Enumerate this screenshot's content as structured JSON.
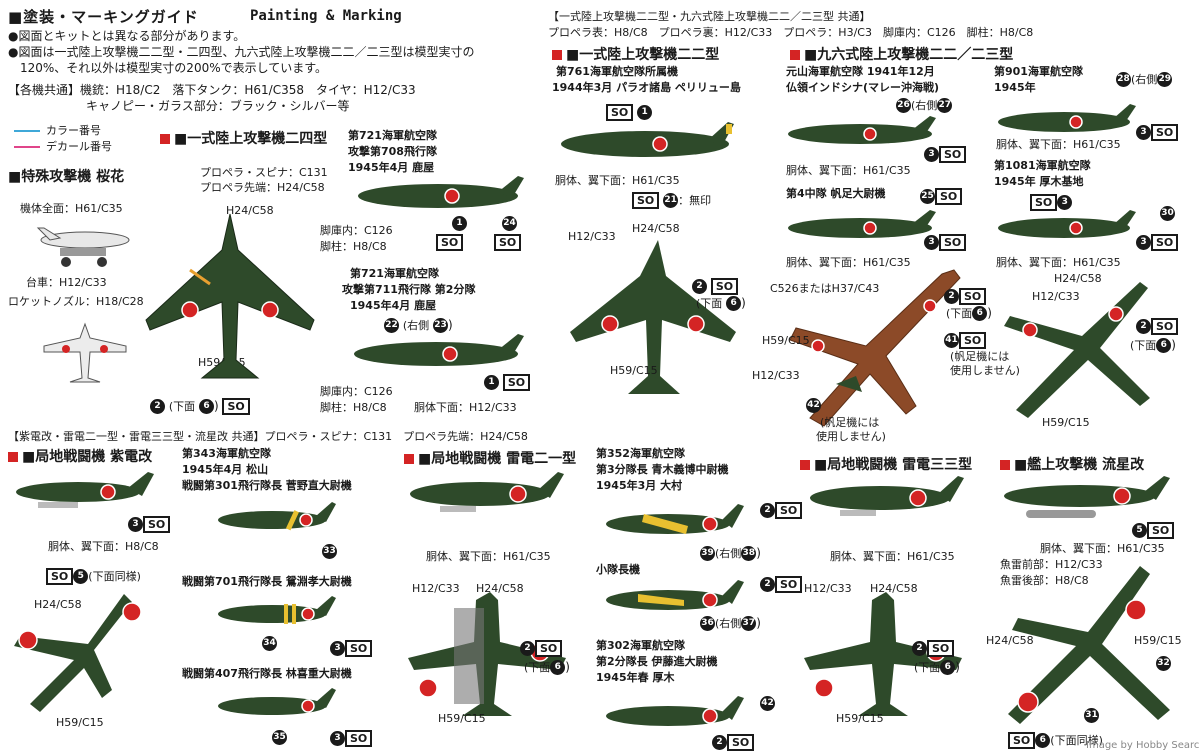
{
  "header": {
    "title_jp": "■塗装・マーキングガイド",
    "title_en": "Painting & Marking",
    "note1": "●図面とキットとは異なる部分があります。",
    "note2": "●図面は一式陸上攻撃機二二型・二四型、九六式陸上攻撃機二二／二三型は模型実寸の",
    "note3": "120%、それ以外は模型実寸の200%で表示しています。",
    "common_title": "【各機共通】",
    "common_1": "機銃：H18/C2　落下タンク：H61/C358　タイヤ：H12/C33",
    "common_2": "キャノピー・ガラス部分：ブラック・シルバー等",
    "legend_color": "カラー番号",
    "legend_decal": "デカール番号",
    "colors": {
      "cyan": "#3fa8d8",
      "pink": "#e0458a",
      "red": "#d42424"
    }
  },
  "ohka": {
    "title": "■特殊攻撃機 桜花",
    "body": "機体全面：H61/C35",
    "base": "台車：H12/C33",
    "nozzle": "ロケットノズル：H18/C28"
  },
  "g4m24": {
    "title": "■一式陸上攻撃機二四型",
    "prop": "プロペラ・スピナ：C131",
    "prop_tip": "プロペラ先端：H24/C58",
    "c_h24": "H24/C58",
    "c_h59": "H59/C15",
    "under": "(下面",
    "b2": "2",
    "b6": "6",
    "so": "SO",
    "unit1_a": "第721海軍航空隊",
    "unit1_b": "攻撃第708飛行隊",
    "unit1_c": "1945年4月 鹿屋",
    "cockpit": "脚庫内：C126",
    "gear": "脚柱：H8/C8",
    "unit2_a": "第721海軍航空隊",
    "unit2_b": "攻撃第711飛行隊 第2分隊",
    "unit2_c": "1945年4月 鹿屋",
    "right": "(右側",
    "b22": "22",
    "b23": "23",
    "b1": "1",
    "b24": "24",
    "fuselage": "胴体下面：H12/C33"
  },
  "common_g4m_g3m": {
    "title": "【一式陸上攻撃機二二型・九六式陸上攻撃機二二／二三型 共通】",
    "line": "プロペラ表：H8/C8　プロペラ裏：H12/C33　プロペラ：H3/C3　脚庫内：C126　脚柱：H8/C8"
  },
  "g4m22": {
    "title": "■一式陸上攻撃機二二型",
    "unit_a": "第761海軍航空隊所属機",
    "unit_b": "1944年3月 パラオ諸島 ペリリュー島",
    "fuselage": "胴体、翼下面：H61/C35",
    "nomark": "：無印",
    "b21": "21",
    "c_h12": "H12/C33",
    "c_h24": "H24/C58",
    "c_h59": "H59/C15",
    "under": "(下面"
  },
  "g3m": {
    "title": "■九六式陸上攻撃機二二／二三型",
    "unit1_a": "元山海軍航空隊 1941年12月",
    "unit1_b": "仏領インドシナ(マレー沖海戦)",
    "unit2_a": "第901海軍航空隊",
    "unit2_b": "1945年",
    "fuselage": "胴体、翼下面：H61/C35",
    "unit3": "第4中隊 帆足大尉機",
    "unit4_a": "第1081海軍航空隊",
    "unit4_b": "1945年 厚木基地",
    "c526": "C526またはH37/C43",
    "c_h59": "H59/C15",
    "c_h12": "H12/C33",
    "c_h24": "H24/C58",
    "note_a": "(帆足機には",
    "note_b": "使用しません)",
    "right": "(右側",
    "under": "(下面",
    "b26": "26",
    "b27": "27",
    "b28": "28",
    "b29": "29",
    "b30": "30",
    "b25": "25",
    "b41": "41",
    "b42": "42",
    "b3": "3"
  },
  "fighters_common": "【紫電改・雷電二一型・雷電三三型・流星改 共通】プロペラ・スピナ：C131　プロペラ先端：H24/C58",
  "shiden": {
    "title": "■局地戦闘機 紫電改",
    "unit1_a": "第343海軍航空隊",
    "unit1_b": "1945年4月 松山",
    "unit1_c": "戦闘第301飛行隊長 菅野直大尉機",
    "fuselage": "胴体、翼下面：H8/C8",
    "under_same": "(下面同様)",
    "unit2": "戦闘第701飛行隊長 鴛淵孝大尉機",
    "unit3": "戦闘第407飛行隊長 林喜重大尉機",
    "c_h24": "H24/C58",
    "c_h59": "H59/C15",
    "b5": "5",
    "b33": "33",
    "b34": "34",
    "b35": "35"
  },
  "raiden21": {
    "title": "■局地戦闘機 雷電二一型",
    "fuselage": "胴体、翼下面：H61/C35",
    "c_h12": "H12/C33",
    "c_h24": "H24/C58",
    "c_h59": "H59/C15",
    "unit1_a": "第352海軍航空隊",
    "unit1_b": "第3分隊長 青木義博中尉機",
    "unit1_c": "1945年3月 大村",
    "unit2": "小隊長機",
    "unit3_a": "第302海軍航空隊",
    "unit3_b": "第2分隊長 伊藤進大尉機",
    "unit3_c": "1945年春 厚木",
    "b36": "36",
    "b37": "37",
    "b38": "38",
    "b39": "39",
    "b42": "42"
  },
  "raiden33": {
    "title": "■局地戦闘機 雷電三三型",
    "fuselage": "胴体、翼下面：H61/C35",
    "c_h12": "H12/C33",
    "c_h24": "H24/C58",
    "c_h59": "H59/C15"
  },
  "ryusei": {
    "title": "■艦上攻撃機 流星改",
    "fuselage": "胴体、翼下面：H61/C35",
    "torp1": "魚雷前部：H12/C33",
    "torp2": "魚雷後部：H8/C8",
    "c_h24": "H24/C58",
    "c_h59": "H59/C15",
    "under": "(下面同様)",
    "b31": "31",
    "b32": "32"
  },
  "watermark": "Image by Hobby Search"
}
